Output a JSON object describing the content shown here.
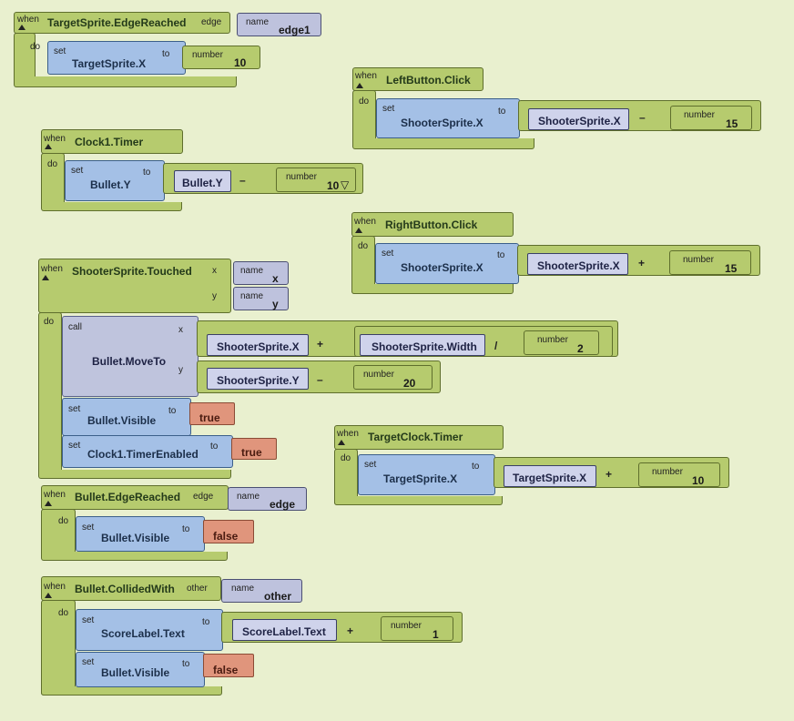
{
  "labels": {
    "when": "when",
    "do": "do",
    "set": "set",
    "to": "to",
    "name": "name",
    "number": "number",
    "call": "call",
    "x": "x",
    "y": "y"
  },
  "operators": {
    "minus": "–",
    "plus": "+",
    "divide": "/"
  },
  "dropdown_icon": "▽",
  "blocks": {
    "target_edge": {
      "event": "TargetSprite.EdgeReached",
      "param": "edge",
      "param_name": "edge1",
      "set_prop": "TargetSprite.X",
      "value": "10"
    },
    "left_click": {
      "event": "LeftButton.Click",
      "set_prop": "ShooterSprite.X",
      "get_prop": "ShooterSprite.X",
      "value": "15"
    },
    "clock_timer": {
      "event": "Clock1.Timer",
      "set_prop": "Bullet.Y",
      "get_prop": "Bullet.Y",
      "value": "10"
    },
    "right_click": {
      "event": "RightButton.Click",
      "set_prop": "ShooterSprite.X",
      "get_prop": "ShooterSprite.X",
      "value": "15"
    },
    "shooter_touched": {
      "event": "ShooterSprite.Touched",
      "param_x": "x",
      "param_y": "y",
      "call": "Bullet.MoveTo",
      "x_get": "ShooterSprite.X",
      "x_width": "ShooterSprite.Width",
      "x_div": "2",
      "y_get": "ShooterSprite.Y",
      "y_val": "20",
      "set1_prop": "Bullet.Visible",
      "set1_val": "true",
      "set2_prop": "Clock1.TimerEnabled",
      "set2_val": "true"
    },
    "target_clock": {
      "event": "TargetClock.Timer",
      "set_prop": "TargetSprite.X",
      "get_prop": "TargetSprite.X",
      "value": "10"
    },
    "bullet_edge": {
      "event": "Bullet.EdgeReached",
      "param": "edge",
      "param_name": "edge",
      "set_prop": "Bullet.Visible",
      "value": "false"
    },
    "bullet_collided": {
      "event": "Bullet.CollidedWith",
      "param": "other",
      "param_name": "other",
      "set1_prop": "ScoreLabel.Text",
      "get_prop": "ScoreLabel.Text",
      "value": "1",
      "set2_prop": "Bullet.Visible",
      "set2_val": "false"
    }
  }
}
